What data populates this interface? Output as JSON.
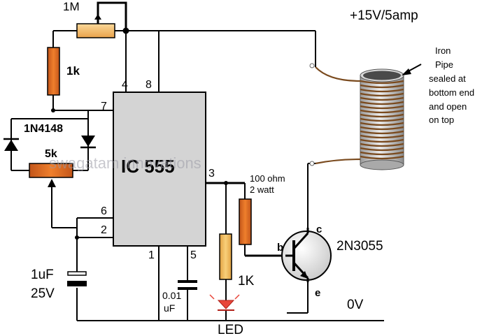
{
  "supply_label": "+15V/5amp",
  "ground_label": "0V",
  "ic": {
    "name": "IC 555",
    "pins": {
      "p4": "4",
      "p8": "8",
      "p7": "7",
      "p6": "6",
      "p2": "2",
      "p1": "1",
      "p5": "5",
      "p3": "3"
    }
  },
  "components": {
    "pot_1m": "1M",
    "res_1k_top": "1k",
    "diodes": "1N4148",
    "pot_5k": "5k",
    "cap_1uf_value": "1uF",
    "cap_1uf_voltage": "25V",
    "cap_001_value": "0.01",
    "cap_001_unit": "uF",
    "res_100ohm_value": "100 ohm",
    "res_100ohm_power": "2 watt",
    "res_1k_led": "1K",
    "led": "LED",
    "transistor": "2N3055",
    "pin_c": "c",
    "pin_b": "b",
    "pin_e": "e"
  },
  "coil_note": [
    "Iron",
    "Pipe",
    "sealed at",
    "bottom end",
    "and open",
    "on top"
  ],
  "watermark": "swagatam innovations",
  "colors": {
    "resistor": "#e8731e",
    "resistor_light": "#f4c26a",
    "ic_body": "#d4d4d4",
    "wire": "#000000",
    "coil": "#7a4a1e",
    "led": "#e8463a"
  }
}
